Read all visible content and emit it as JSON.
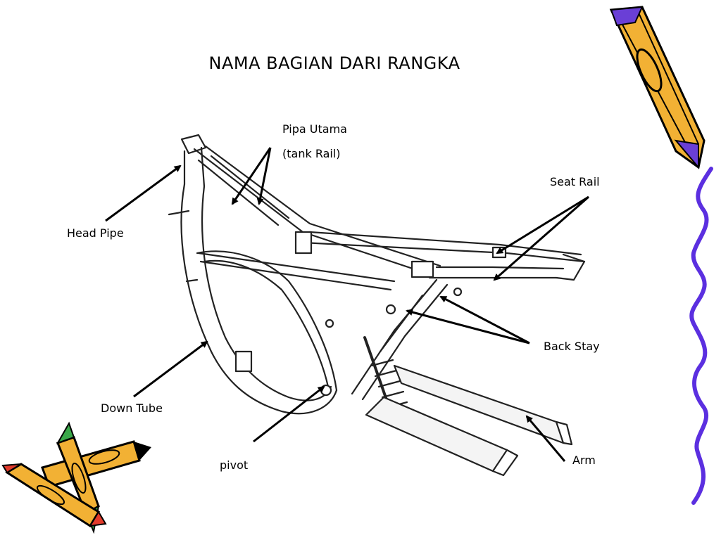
{
  "title": "NAMA BAGIAN DARI RANGKA",
  "labels": {
    "pipa_utama_line1": "Pipa Utama",
    "pipa_utama_line2": "(tank Rail)",
    "seat_rail": "Seat Rail",
    "head_pipe": "Head Pipe",
    "back_stay": "Back Stay",
    "down_tube": "Down Tube",
    "pivot": "pivot",
    "arm": "Arm"
  },
  "colors": {
    "pencil_body": "#f2b134",
    "pencil_outline": "#000000",
    "pencil_tip_purple": "#6a3fd6",
    "crayon_red": "#e23b2c",
    "crayon_green": "#3aa84a",
    "wavy_border": "#5b2fe0"
  }
}
